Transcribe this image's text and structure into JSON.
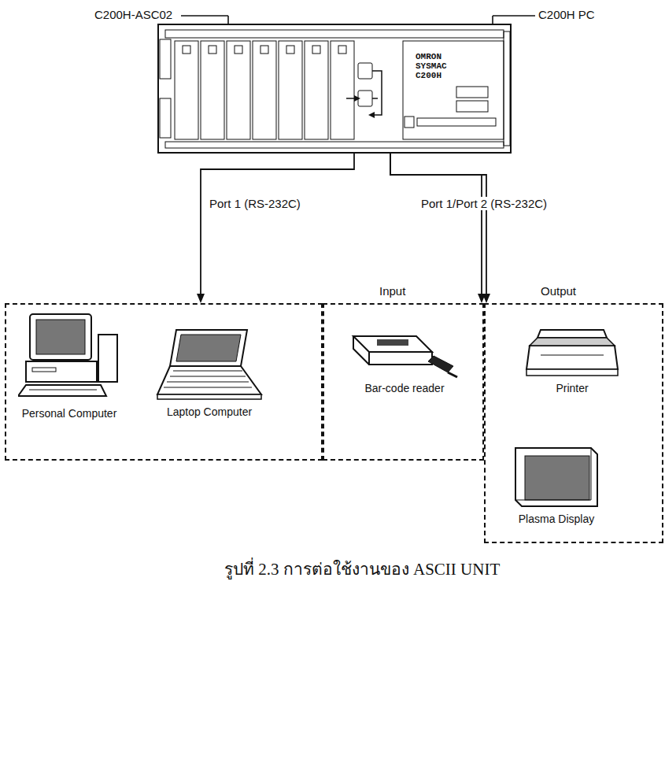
{
  "diagram": {
    "caption": "รูปที่ 2.3 การต่อใช้งานของ ASCII UNIT",
    "nodes": [
      {
        "text": [
          "OMRON SYSMAC C200H"
        ]
      },
      {
        "text": []
      },
      {
        "text": [
          "Personal Computer"
        ],
        "in": 1
      },
      {
        "text": [
          "Laptop Computer"
        ],
        "in": 1
      },
      {
        "text": [
          "Input"
        ]
      },
      {
        "text": [
          "Bar-code reader"
        ],
        "in": 4
      },
      {
        "text": [
          "Output"
        ]
      },
      {
        "text": [
          "Printer"
        ],
        "in": 6
      },
      {
        "text": [
          "Plasma Display"
        ],
        "in": 6
      }
    ],
    "edges": [
      {
        "from": 0,
        "to": 1,
        "arrow": "to",
        "label": "Port 1 (RS-232C)"
      },
      {
        "from": 0,
        "to": 4,
        "arrow": "to",
        "label": "Port 1/Port 2 (RS-232C)"
      },
      {
        "from": 0,
        "to": 6,
        "arrow": "to"
      }
    ],
    "labels": [
      "C200H-ASC02",
      "C200H PC"
    ]
  }
}
